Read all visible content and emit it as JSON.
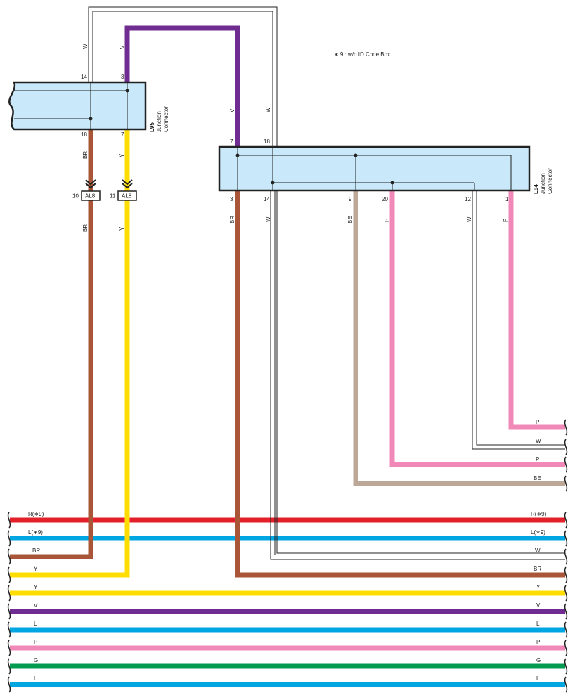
{
  "note": "∗ 9 : w/o ID Code Box",
  "colors": {
    "R": "#e3202a",
    "L": "#00a6e2",
    "BR": "#a85637",
    "Y": "#ffdd00",
    "V": "#6f2d91",
    "P": "#f088b8",
    "G": "#009b4f",
    "BE": "#bda898",
    "W": "#ffffff",
    "outline": "#222222",
    "connector_fill": "#c9e9fa"
  },
  "connectors": {
    "l95": {
      "code": "L95",
      "name_line1": "Junction",
      "name_line2": "Connector",
      "pins": {
        "p14": "14",
        "p3": "3",
        "p18": "18",
        "p7": "7"
      }
    },
    "l94": {
      "code": "L94",
      "name_line1": "Junction",
      "name_line2": "Connector",
      "pins": {
        "p7": "7",
        "p18": "18",
        "p3": "3",
        "p14": "14",
        "p9": "9",
        "p20": "20",
        "p12": "12",
        "p1": "1"
      }
    }
  },
  "splices": {
    "left": {
      "code": "AL8",
      "pin": "10"
    },
    "right": {
      "code": "AL8",
      "pin": "11"
    }
  },
  "wire_labels": {
    "w_top": "W",
    "v_top": "V",
    "v_mid": "V",
    "w_mid": "W",
    "br_a": "BR",
    "br_b": "BR",
    "y_a": "Y",
    "y_b": "Y",
    "br_l94": "BR",
    "w_l94": "W",
    "be_l94": "BE",
    "p_l94a": "P",
    "w_l94b": "W",
    "p_l94b": "P"
  },
  "right_stubs": [
    "P",
    "W",
    "P",
    "BE"
  ],
  "buses": {
    "left": [
      "R(∗9)",
      "L(∗9)",
      "BR",
      "Y",
      "Y",
      "V",
      "L",
      "P",
      "G",
      "L"
    ],
    "right": [
      "R(∗9)",
      "L(∗9)",
      "W",
      "BR",
      "Y",
      "V",
      "L",
      "P",
      "G",
      "L"
    ]
  }
}
